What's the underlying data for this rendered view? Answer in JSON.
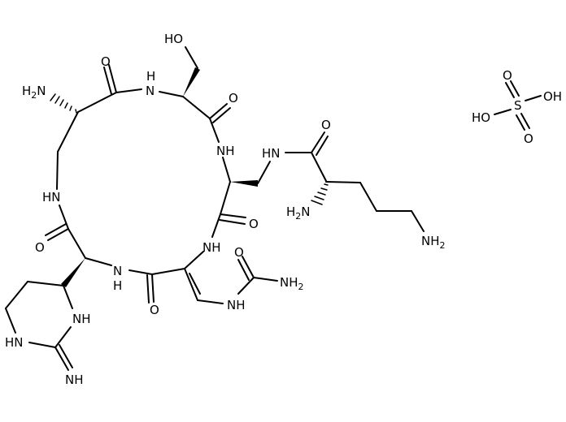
{
  "diagram": {
    "type": "chemical-structure",
    "description": "Capreomycin IB-like cyclic peptide with sulfuric acid salt",
    "labels": {
      "h2n_top": {
        "main": "H",
        "sub": "2",
        "tail": "N"
      },
      "o1": "O",
      "nh_top_h": "H",
      "nh_top_n": "N",
      "ho": "HO",
      "o2": "O",
      "nh_right": "NH",
      "hn_side": "HN",
      "o_side": "O",
      "h2n_side": {
        "main": "H",
        "sub": "2",
        "tail": "N"
      },
      "nh2_side": {
        "main": "NH",
        "sub": "2"
      },
      "hn_left": "HN",
      "o3": "O",
      "o4": "O",
      "nh_mid": "NH",
      "o_urea": "O",
      "nh2_urea": {
        "main": "NH",
        "sub": "2"
      },
      "nh_bottom_n": "N",
      "nh_bottom_h": "H",
      "o5": "O",
      "nh_urea": "NH",
      "nh_ring": "NH",
      "hn_ring": "HN",
      "nh_imine": "NH"
    },
    "sulfate": {
      "o_top": "O",
      "s": "S",
      "oh_right": "OH",
      "ho_left": "HO",
      "o_bottom": "O"
    }
  }
}
